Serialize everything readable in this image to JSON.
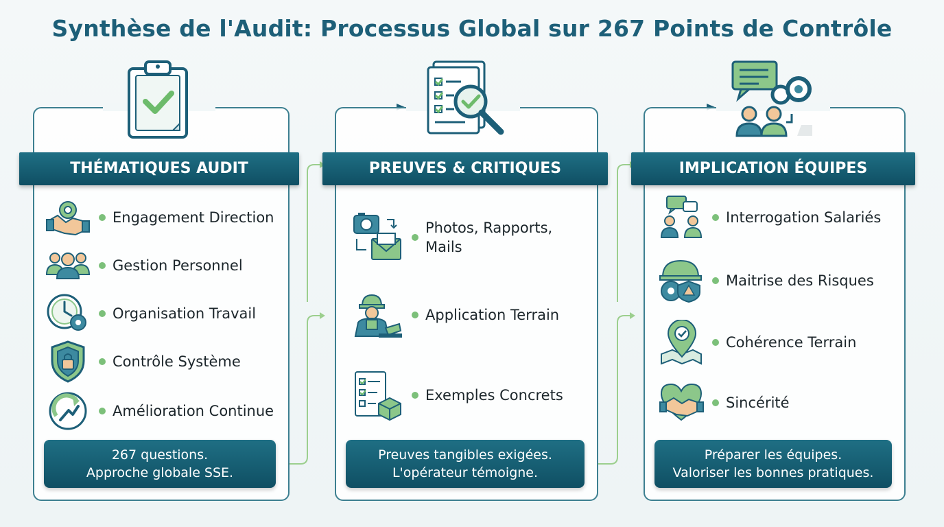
{
  "title": "Synthèse de l'Audit: Processus Global sur 267 Points de Contrôle",
  "colors": {
    "teal": "#1d5f78",
    "dark_teal": "#0f4f63",
    "green": "#7cc07a",
    "line": "#3c7f90"
  },
  "columns": [
    {
      "header": "THÉMATIQUES AUDIT",
      "top_icon": "clipboard-check-icon",
      "items": [
        {
          "label": "Engagement Direction",
          "icon": "handshake-gear-icon"
        },
        {
          "label": "Gestion Personnel",
          "icon": "people-group-icon"
        },
        {
          "label": "Organisation Travail",
          "icon": "clock-gear-icon"
        },
        {
          "label": "Contrôle Système",
          "icon": "shield-lock-icon"
        },
        {
          "label": "Amélioration Continue",
          "icon": "circular-arrow-icon"
        }
      ],
      "footer": [
        "267 questions.",
        "Approche globale SSE."
      ]
    },
    {
      "header": "PREUVES & CRITIQUES",
      "top_icon": "document-magnifier-icon",
      "items": [
        {
          "label": "Photos, Rapports,",
          "label2": "Mails",
          "icon": "camera-mail-icon"
        },
        {
          "label": "Application Terrain",
          "icon": "worker-icon"
        },
        {
          "label": "Exemples Concrets",
          "icon": "checklist-box-icon"
        }
      ],
      "footer": [
        "Preuves tangibles exigées.",
        "L'opérateur témoigne."
      ]
    },
    {
      "header": "IMPLICATION ÉQUIPES",
      "top_icon": "team-chat-gears-icon",
      "items": [
        {
          "label": "Interrogation Salariés",
          "icon": "two-people-chat-icon"
        },
        {
          "label": "Maitrise des Risques",
          "icon": "helmet-shield-icon"
        },
        {
          "label": "Cohérence Terrain",
          "icon": "map-pin-icon"
        },
        {
          "label": "Sincérité",
          "icon": "heart-handshake-icon"
        }
      ],
      "footer": [
        "Préparer les équipes.",
        "Valoriser les bonnes pratiques."
      ]
    }
  ]
}
